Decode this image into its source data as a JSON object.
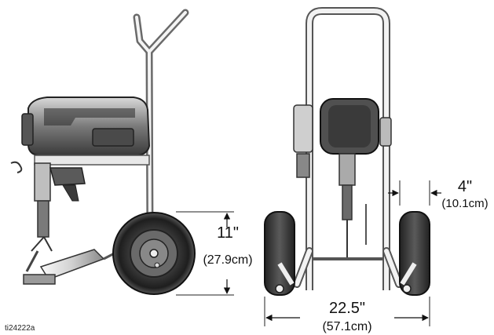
{
  "figure": {
    "id": "ti24222a"
  },
  "dimensions": {
    "wheel_height": {
      "imperial": "11\"",
      "metric": "(27.9cm)"
    },
    "wheel_width": {
      "imperial": "4\"",
      "metric": "(10.1cm)"
    },
    "overall_width": {
      "imperial": "22.5\"",
      "metric": "(57.1cm)"
    }
  }
}
